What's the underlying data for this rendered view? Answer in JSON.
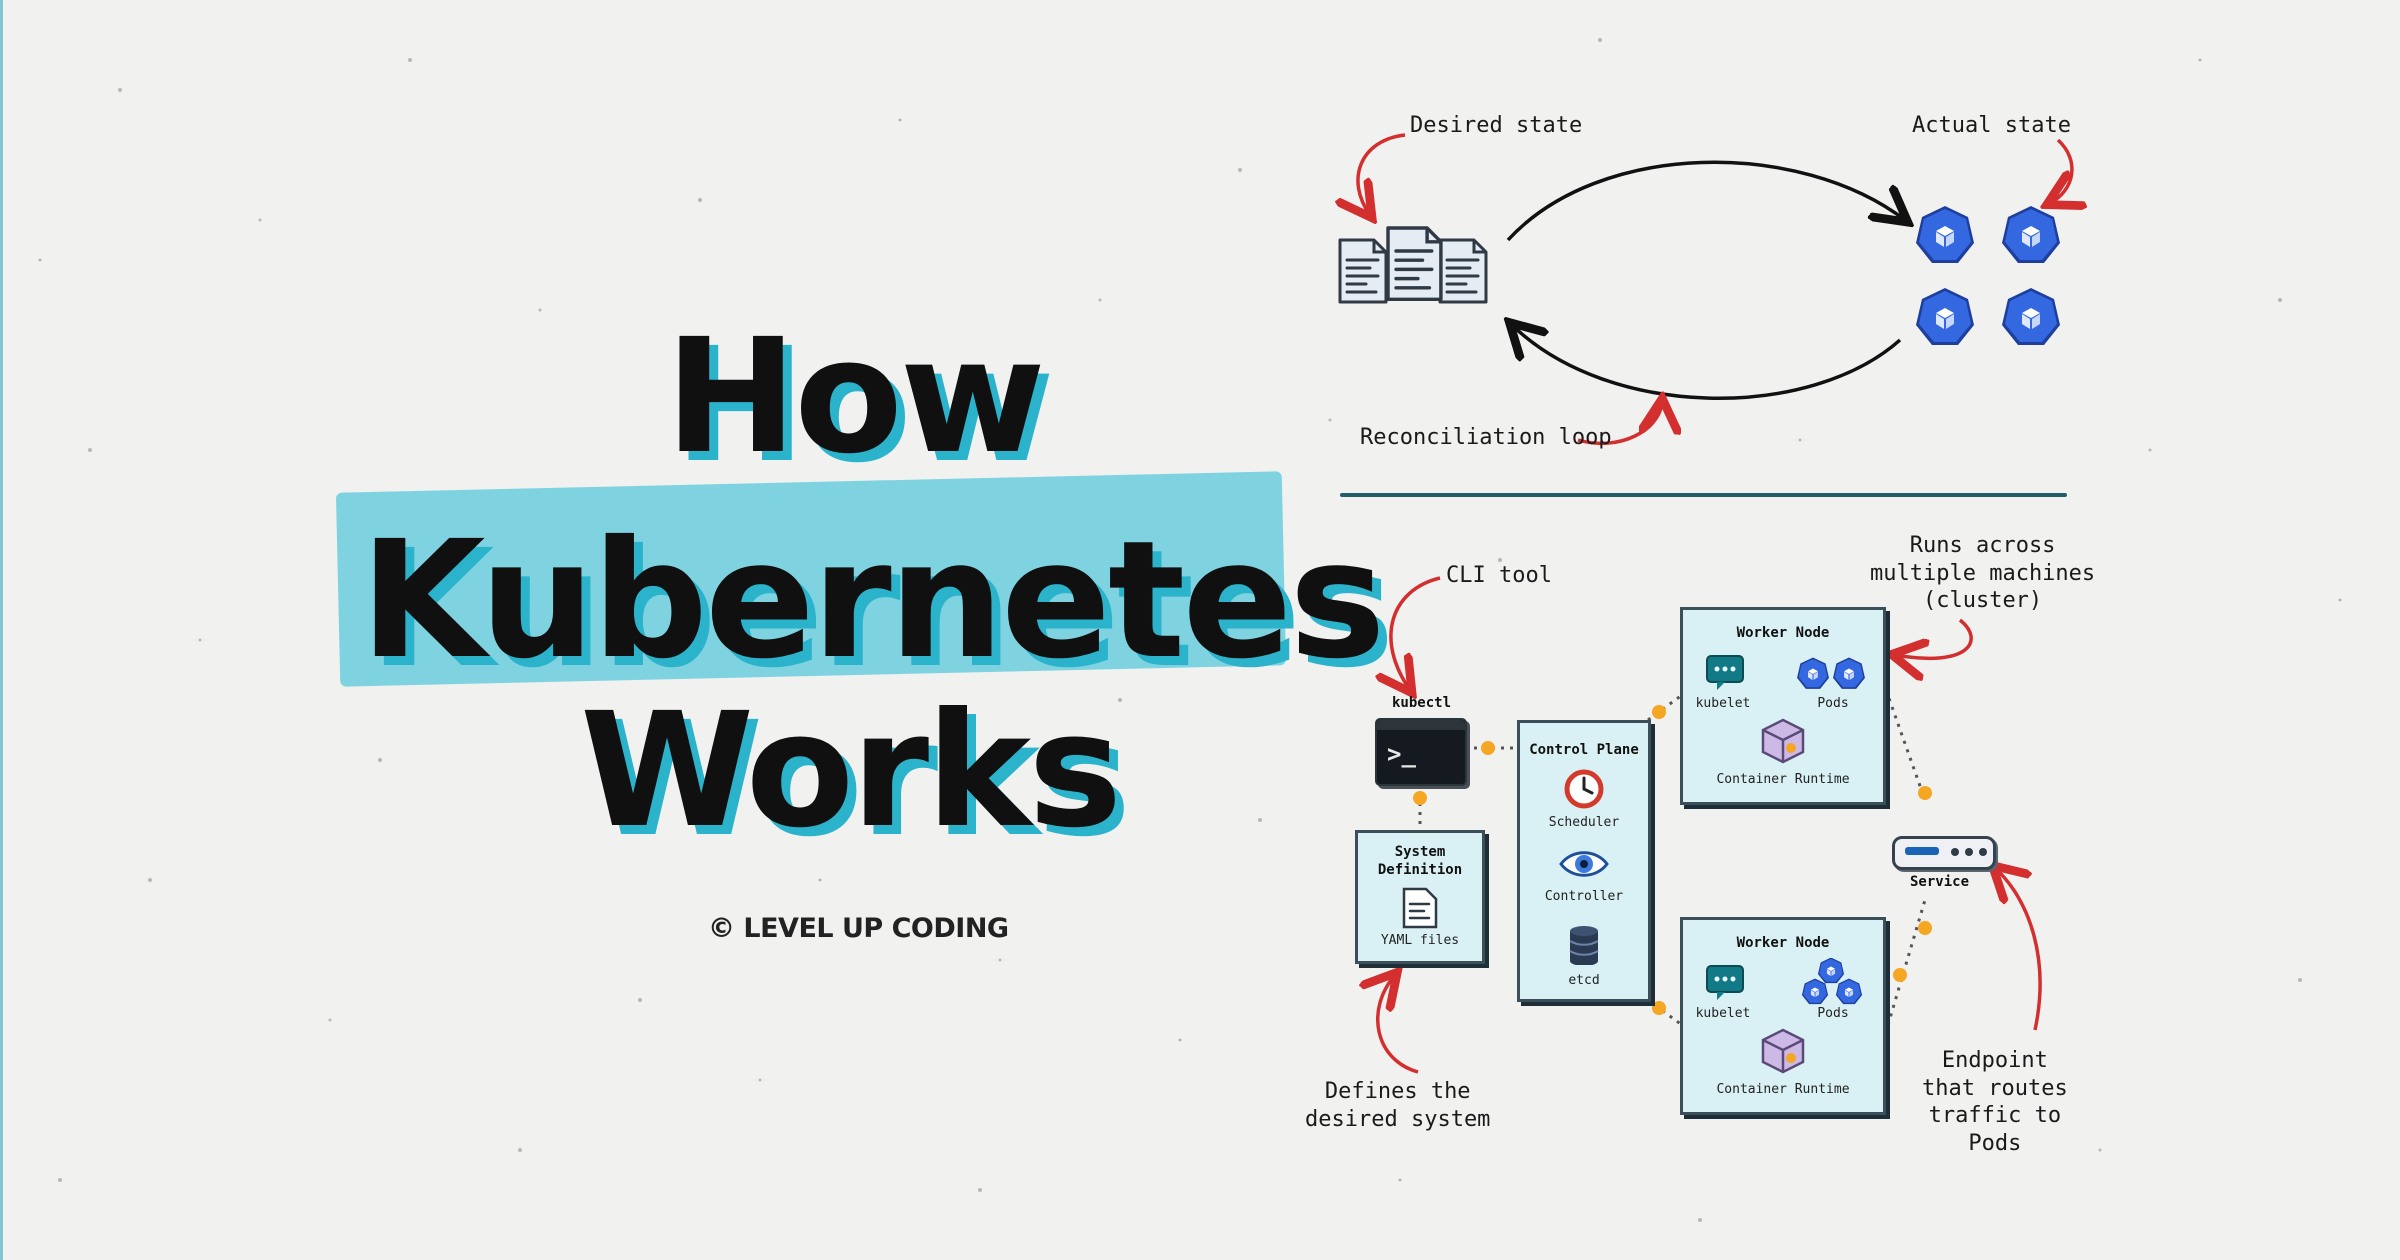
{
  "title": {
    "line1": "How",
    "line2": "Kubernetes",
    "line3": "Works"
  },
  "brand": "© LEVEL UP CODING",
  "top_diagram": {
    "desired_state": "Desired state",
    "actual_state": "Actual state",
    "reconciliation_loop": "Reconciliation loop"
  },
  "bottom_diagram": {
    "cli_tool": "CLI tool",
    "kubectl": "kubectl",
    "terminal_prompt": ">_",
    "system_definition_title": "System\nDefinition",
    "yaml_files": "YAML files",
    "defines_note": "Defines the\ndesired system",
    "control_plane": {
      "title": "Control Plane",
      "scheduler": "Scheduler",
      "controller": "Controller",
      "etcd": "etcd"
    },
    "worker_nodes": [
      {
        "title": "Worker Node",
        "kubelet": "kubelet",
        "pods": "Pods",
        "runtime": "Container Runtime"
      },
      {
        "title": "Worker Node",
        "kubelet": "kubelet",
        "pods": "Pods",
        "runtime": "Container Runtime"
      }
    ],
    "runs_across": "Runs across\nmultiple machines\n(cluster)",
    "service": "Service",
    "endpoint_note": "Endpoint\nthat routes\ntraffic to\nPods"
  },
  "colors": {
    "background": "#f1f1f0",
    "title_shadow": "#2bb3cc",
    "highlight": "#7fd3e1",
    "box_fill": "#d9f1f4",
    "arrow_red": "#d32f2f",
    "connector_orange": "#f5a623",
    "k8s_blue": "#3261d6",
    "divider": "#21606a"
  },
  "icons": [
    "document-stack-icon",
    "k8s-pod-icon",
    "terminal-icon",
    "yaml-file-icon",
    "clock-icon",
    "eye-icon",
    "database-icon",
    "chat-bubble-icon",
    "container-runtime-icon",
    "service-icon"
  ]
}
